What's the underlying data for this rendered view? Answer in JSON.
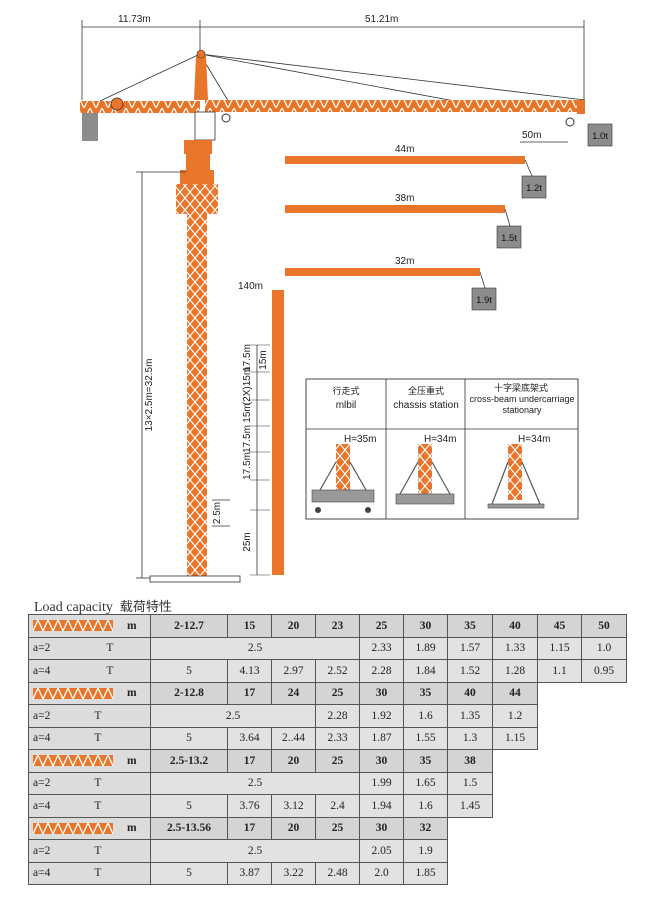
{
  "dimensions": {
    "counter_jib": "11.73m",
    "jib": "51.21m",
    "tower_height": "13×2.5m=32.5m",
    "section": "2.5m",
    "max_height": "140m",
    "segments": [
      "17.5m",
      "(2X)15m",
      "15m",
      "15m",
      "17.5m",
      "17.5m",
      "25m"
    ]
  },
  "jib_variants": [
    {
      "length": "50m",
      "tip_load": "1.0t"
    },
    {
      "length": "44m",
      "tip_load": "1.2t"
    },
    {
      "length": "38m",
      "tip_load": "1.5t"
    },
    {
      "length": "32m",
      "tip_load": "1.9t"
    }
  ],
  "bases": [
    {
      "cn": "行走式",
      "en": "mlbil",
      "height": "H=35m"
    },
    {
      "cn": "全压重式",
      "en": "chassis station",
      "height": "H=34m"
    },
    {
      "cn": "十字梁底架式",
      "en": "cross-beam undercarriage stationary",
      "height": "H=34m"
    }
  ],
  "load_capacity": {
    "title": "Load capacity",
    "title_cn": "载荷特性",
    "unit_m": "m",
    "unit_t": "T",
    "tables": [
      {
        "ranges": [
          "2-12.7",
          "15",
          "20",
          "23",
          "25",
          "30",
          "35",
          "40",
          "45",
          "50"
        ],
        "rows": [
          {
            "label": "a=2",
            "merged": "2.5",
            "values": [
              "2.33",
              "1.89",
              "1.57",
              "1.33",
              "1.15",
              "1.0"
            ]
          },
          {
            "label": "a=4",
            "values": [
              "5",
              "4.13",
              "2.97",
              "2.52",
              "2.28",
              "1.84",
              "1.52",
              "1.28",
              "1.1",
              "0.95"
            ]
          }
        ]
      },
      {
        "ranges": [
          "2-12.8",
          "17",
          "24",
          "25",
          "30",
          "35",
          "40",
          "44"
        ],
        "rows": [
          {
            "label": "a=2",
            "merged": "2.5",
            "values": [
              "2.28",
              "1.92",
              "1.6",
              "1.35",
              "1.2"
            ]
          },
          {
            "label": "a=4",
            "values": [
              "5",
              "3.64",
              "2..44",
              "2.33",
              "1.87",
              "1.55",
              "1.3",
              "1.15"
            ]
          }
        ]
      },
      {
        "ranges": [
          "2.5-13.2",
          "17",
          "20",
          "25",
          "30",
          "35",
          "38"
        ],
        "rows": [
          {
            "label": "a=2",
            "merged": "2.5",
            "values": [
              "1.99",
              "1.65",
              "1.5"
            ]
          },
          {
            "label": "a=4",
            "values": [
              "5",
              "3.76",
              "3.12",
              "2.4",
              "1.94",
              "1.6",
              "1.45"
            ]
          }
        ]
      },
      {
        "ranges": [
          "2.5-13.56",
          "17",
          "20",
          "25",
          "30",
          "32"
        ],
        "rows": [
          {
            "label": "a=2",
            "merged": "2.5",
            "values": [
              "2.05",
              "1.9"
            ]
          },
          {
            "label": "a=4",
            "values": [
              "5",
              "3.87",
              "3.22",
              "2.48",
              "2.0",
              "1.85"
            ]
          }
        ]
      }
    ]
  },
  "colors": {
    "crane_orange": "#e8752a",
    "line": "#333333",
    "weight_gray": "#8c8c8c",
    "table_gray": "#dcdcdc"
  }
}
